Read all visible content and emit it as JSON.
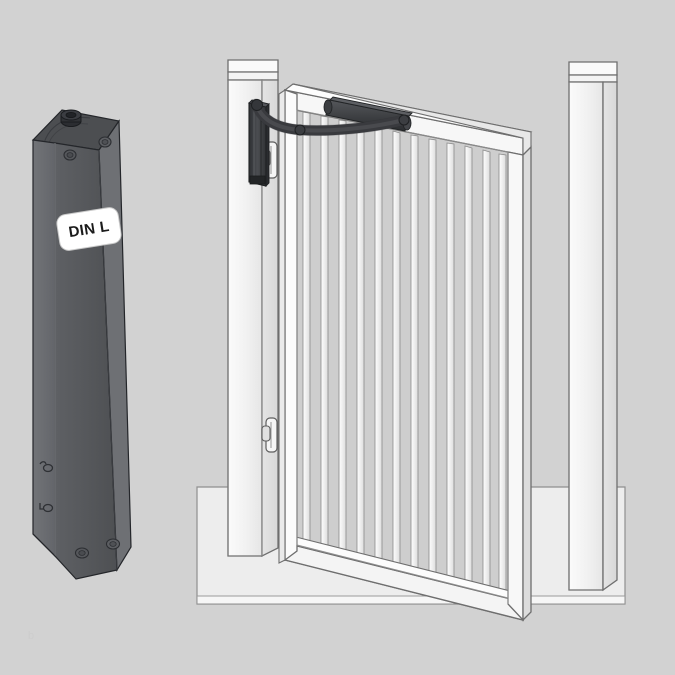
{
  "illustration": {
    "title": "Door closer DIN L with gate installation",
    "background_color": "#d2d2d2",
    "watermark_text": "b"
  },
  "product_unit": {
    "name": "door-closer-body",
    "label": {
      "text": "DIN L",
      "background_color": "#ffffff",
      "text_color": "#1b1b1b"
    },
    "colors": {
      "front_face": "#55575a",
      "side_face": "#6a6c6f",
      "top_face": "#4a4c4f",
      "outline": "#2a2b2d",
      "knob": "#2c2e31"
    },
    "features": [
      {
        "name": "adjustment-knob",
        "label": "Spindle knob"
      },
      {
        "name": "mounting-hole-top-left",
        "label": "Mounting hole"
      },
      {
        "name": "mounting-hole-top-right",
        "label": "Mounting hole"
      },
      {
        "name": "mounting-hole-bottom-left",
        "label": "Mounting hole"
      },
      {
        "name": "mounting-hole-bottom-right",
        "label": "Mounting hole"
      },
      {
        "name": "marking-upper",
        "label": "Engraved marking"
      },
      {
        "name": "marking-lower",
        "label": "Engraved marking"
      }
    ]
  },
  "installation_scene": {
    "name": "gate-installation",
    "ground_slab": {
      "label": "Ground slab",
      "fill": "#ededed",
      "edge_fill": "#f4f4f4",
      "outline": "#8a8a8a"
    },
    "left_post": {
      "label": "Hinge post",
      "front_fill": "#f2f2f2",
      "side_fill": "#e2e2e2",
      "cap_fill": "#f7f7f7",
      "outline": "#707070"
    },
    "right_post": {
      "label": "Latch post",
      "front_fill": "#f2f2f2",
      "side_fill": "#e4e4e4",
      "cap_fill": "#f8f8f8",
      "outline": "#707070"
    },
    "gate": {
      "label": "Gate leaf",
      "frame_fill": "#f6f6f6",
      "infill_fill": "#cfcfcf",
      "bar_fill": "#eeeeee",
      "outline": "#6e6e6e",
      "bar_count": 12
    },
    "closer_assembly": {
      "label": "Door closer assembly",
      "body": {
        "name": "closer-body-mounted",
        "fill": "#3c3e41"
      },
      "arm": {
        "name": "closer-arm",
        "fill": "#4a4c50"
      },
      "slide_rail": {
        "name": "closer-slide-rail",
        "fill": "#3a3c3f"
      }
    },
    "hinges": [
      {
        "name": "hinge-upper",
        "label": "Upper hinge"
      },
      {
        "name": "hinge-lower",
        "label": "Lower hinge"
      }
    ]
  }
}
